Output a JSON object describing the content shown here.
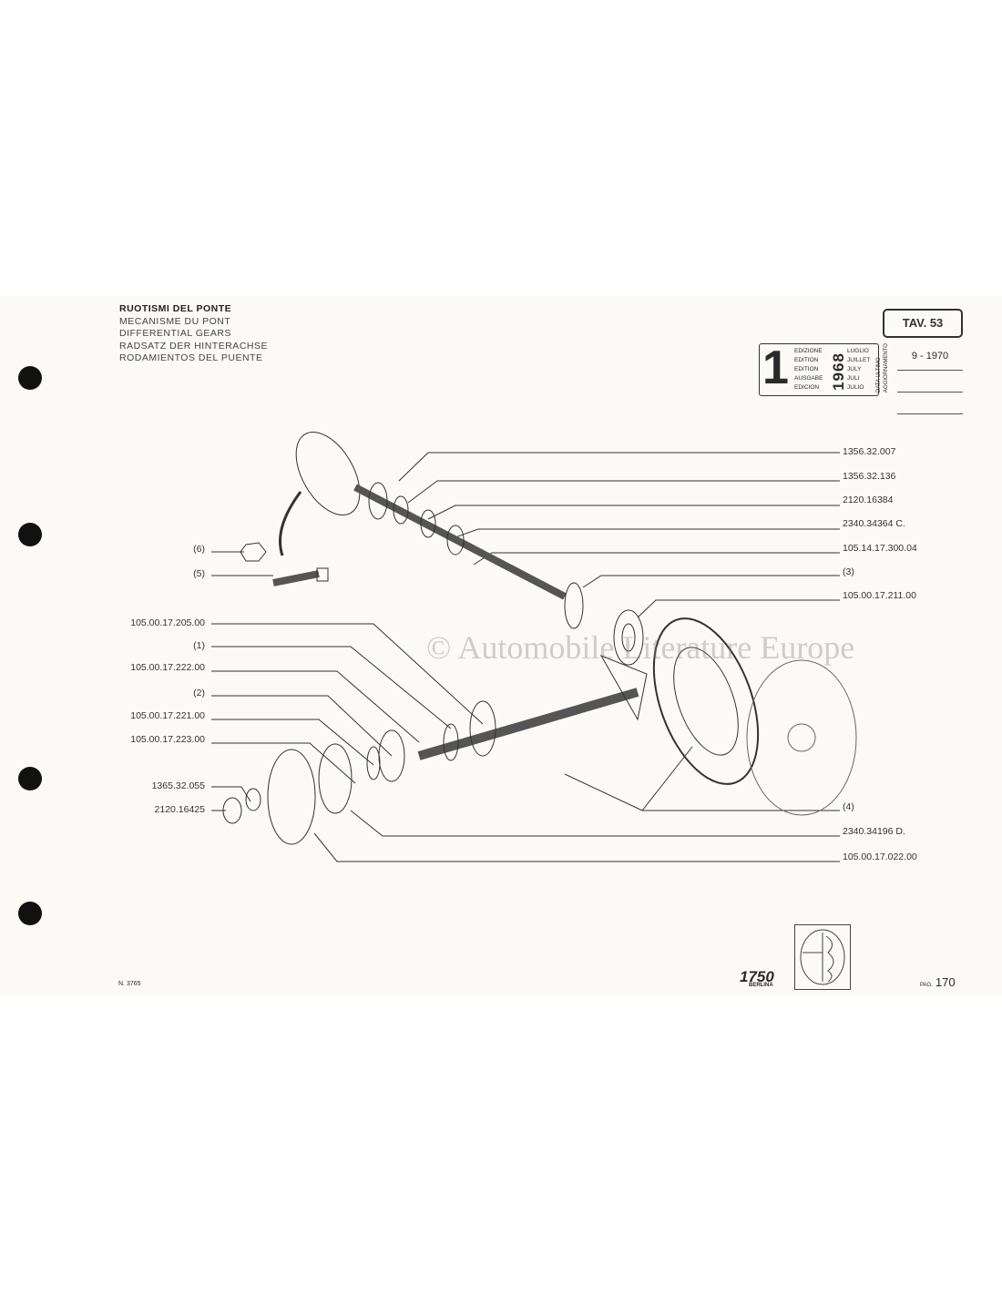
{
  "titles": [
    "RUOTISMI DEL PONTE",
    "MECANISME DU PONT",
    "DIFFERENTIAL GEARS",
    "RADSATZ DER HINTERACHSE",
    "RODAMIENTOS DEL PUENTE"
  ],
  "table_ref": "TAV. 53",
  "edition": {
    "number": "1",
    "labels": [
      "EDIZIONE",
      "EDITION",
      "EDITION",
      "AUSGABE",
      "EDICION"
    ],
    "year": "1968",
    "months": [
      "LUGLIO",
      "JUILLET",
      "JULY",
      "JULI",
      "JULIO"
    ],
    "side_label": "DATA ULTIMO AGGIORNAMENTO",
    "update_date": "9 - 1970"
  },
  "right_labels": [
    "1356.32.007",
    "1356.32.136",
    "2120.16384",
    "2340.34364 C.",
    "105.14.17.300.04",
    "(3)",
    "105.00.17.211.00",
    "(4)",
    "2340.34196 D.",
    "105.00.17.022.00"
  ],
  "left_labels": [
    "(6)",
    "(5)",
    "105.00.17.205.00",
    "(1)",
    "105.00.17.222.00",
    "(2)",
    "105.00.17.221.00",
    "105.00.17.223.00",
    "1365.32.055",
    "2120.16425"
  ],
  "watermark": "© Automobile Literature Europe",
  "footer": {
    "doc_number": "N. 3765",
    "model": "1750",
    "model_sub": "BERLINA",
    "page_prefix": "PAG.",
    "page": "170"
  }
}
